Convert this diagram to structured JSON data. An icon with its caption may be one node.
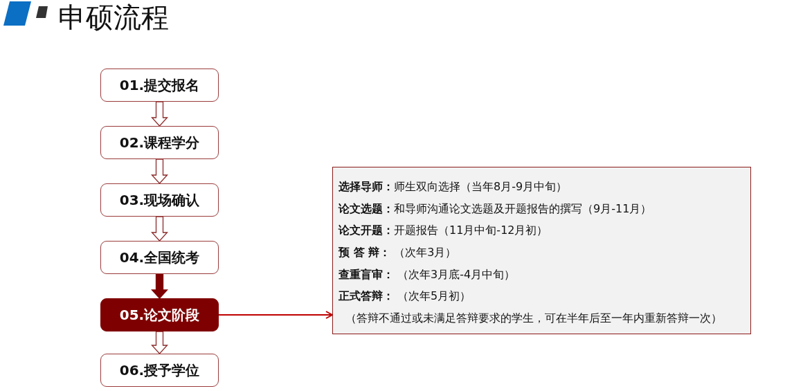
{
  "diagram": {
    "title": "申硕流程",
    "nodes": [
      {
        "text": [
          "01.提交报名"
        ]
      },
      {
        "text": [
          "02.课程学分"
        ]
      },
      {
        "text": [
          "03.现场确认"
        ]
      },
      {
        "text": [
          "04.全国统考"
        ]
      },
      {
        "text": [
          "05.论文阶段"
        ]
      },
      {
        "text": [
          "06.授予学位"
        ]
      },
      {
        "text": [
          "**选择导师：**师生双向选择（当年8月-9月中旬）",
          "**论文选题：**和导师沟通论文选题及开题报告的撰写（9月-11月）",
          "**论文开题：**开题报告（11月中旬-12月初）",
          "**预 答 辩：** （次年3月）",
          "**查重盲审：** （次年3月底-4月中旬）",
          "**正式答辩：** （次年5月初）",
          "（答辩不通过或未满足答辩要求的学生，可在半年后至一年内重新答辩一次）"
        ]
      }
    ],
    "edges": [
      {
        "from": 0,
        "to": 1,
        "arrow": "to"
      },
      {
        "from": 1,
        "to": 2,
        "arrow": "to"
      },
      {
        "from": 2,
        "to": 3,
        "arrow": "to"
      },
      {
        "from": 3,
        "to": 4,
        "arrow": "to",
        "color": "#7f0000"
      },
      {
        "from": 4,
        "to": 5,
        "arrow": "to"
      },
      {
        "from": 4,
        "to": 6,
        "arrow": "to",
        "color": "#c00000"
      }
    ]
  }
}
